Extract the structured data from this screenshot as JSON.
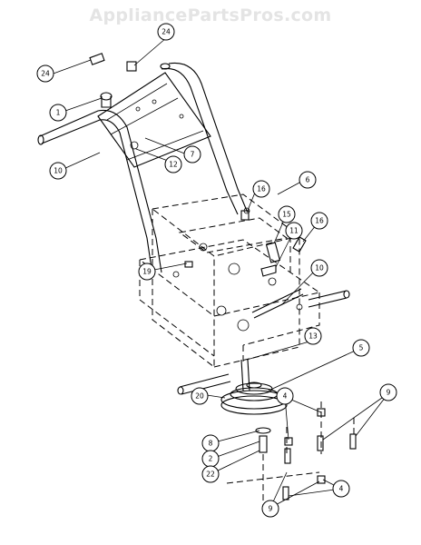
{
  "watermark": "AppliancePartsPros.com",
  "callouts": [
    {
      "id": "c-24a",
      "label": "24"
    },
    {
      "id": "c-24b",
      "label": "24"
    },
    {
      "id": "c-1",
      "label": "1"
    },
    {
      "id": "c-7",
      "label": "7"
    },
    {
      "id": "c-12",
      "label": "12"
    },
    {
      "id": "c-10a",
      "label": "10"
    },
    {
      "id": "c-6",
      "label": "6"
    },
    {
      "id": "c-16a",
      "label": "16"
    },
    {
      "id": "c-15",
      "label": "15"
    },
    {
      "id": "c-11",
      "label": "11"
    },
    {
      "id": "c-16b",
      "label": "16"
    },
    {
      "id": "c-19",
      "label": "19"
    },
    {
      "id": "c-10b",
      "label": "10"
    },
    {
      "id": "c-13",
      "label": "13"
    },
    {
      "id": "c-5",
      "label": "5"
    },
    {
      "id": "c-20",
      "label": "20"
    },
    {
      "id": "c-4a",
      "label": "4"
    },
    {
      "id": "c-9a",
      "label": "9"
    },
    {
      "id": "c-8",
      "label": "8"
    },
    {
      "id": "c-2",
      "label": "2"
    },
    {
      "id": "c-22",
      "label": "22"
    },
    {
      "id": "c-9b",
      "label": "9"
    },
    {
      "id": "c-4b",
      "label": "4"
    }
  ]
}
